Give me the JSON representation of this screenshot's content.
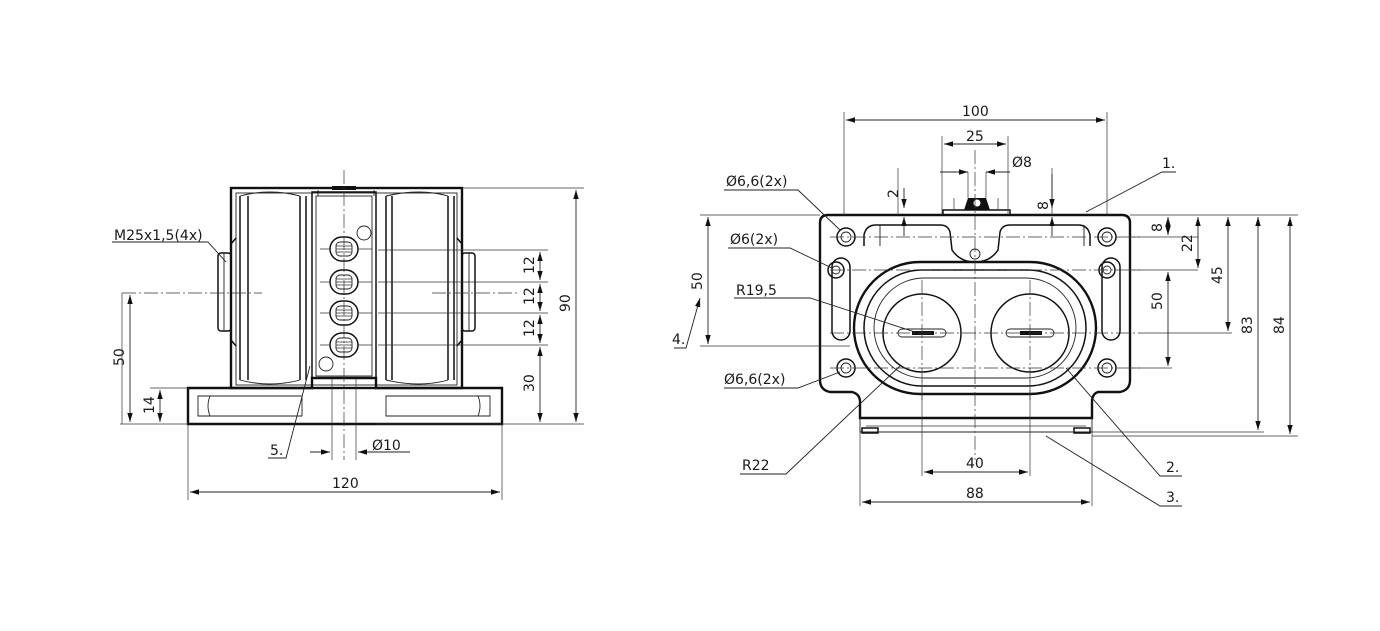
{
  "side_view": {
    "thread_label": "M25x1,5(4x)",
    "dim_height_total": "90",
    "dim_pitch_1": "12",
    "dim_pitch_2": "12",
    "dim_pitch_3": "12",
    "dim_height_30": "30",
    "dim_height_50": "50",
    "dim_height_14": "14",
    "dim_diameter_10": "Ø10",
    "dim_width_120": "120",
    "callout_5": "5."
  },
  "front_view": {
    "dim_width_100": "100",
    "dim_width_25": "25",
    "dim_diameter_8": "Ø8",
    "dim_2": "2",
    "dim_8_top": "8",
    "hole_label_top": "Ø6,6(2x)",
    "hole_label_mid": "Ø6(2x)",
    "hole_label_bottom": "Ø6,6(2x)",
    "radius_19_5": "R19,5",
    "radius_22": "R22",
    "dim_50_left": "50",
    "dim_8_right": "8",
    "dim_22": "22",
    "dim_45": "45",
    "dim_50_right": "50",
    "dim_83": "83",
    "dim_84": "84",
    "dim_width_40": "40",
    "dim_width_88": "88",
    "callout_1": "1.",
    "callout_2": "2.",
    "callout_3": "3.",
    "callout_4": "4."
  }
}
